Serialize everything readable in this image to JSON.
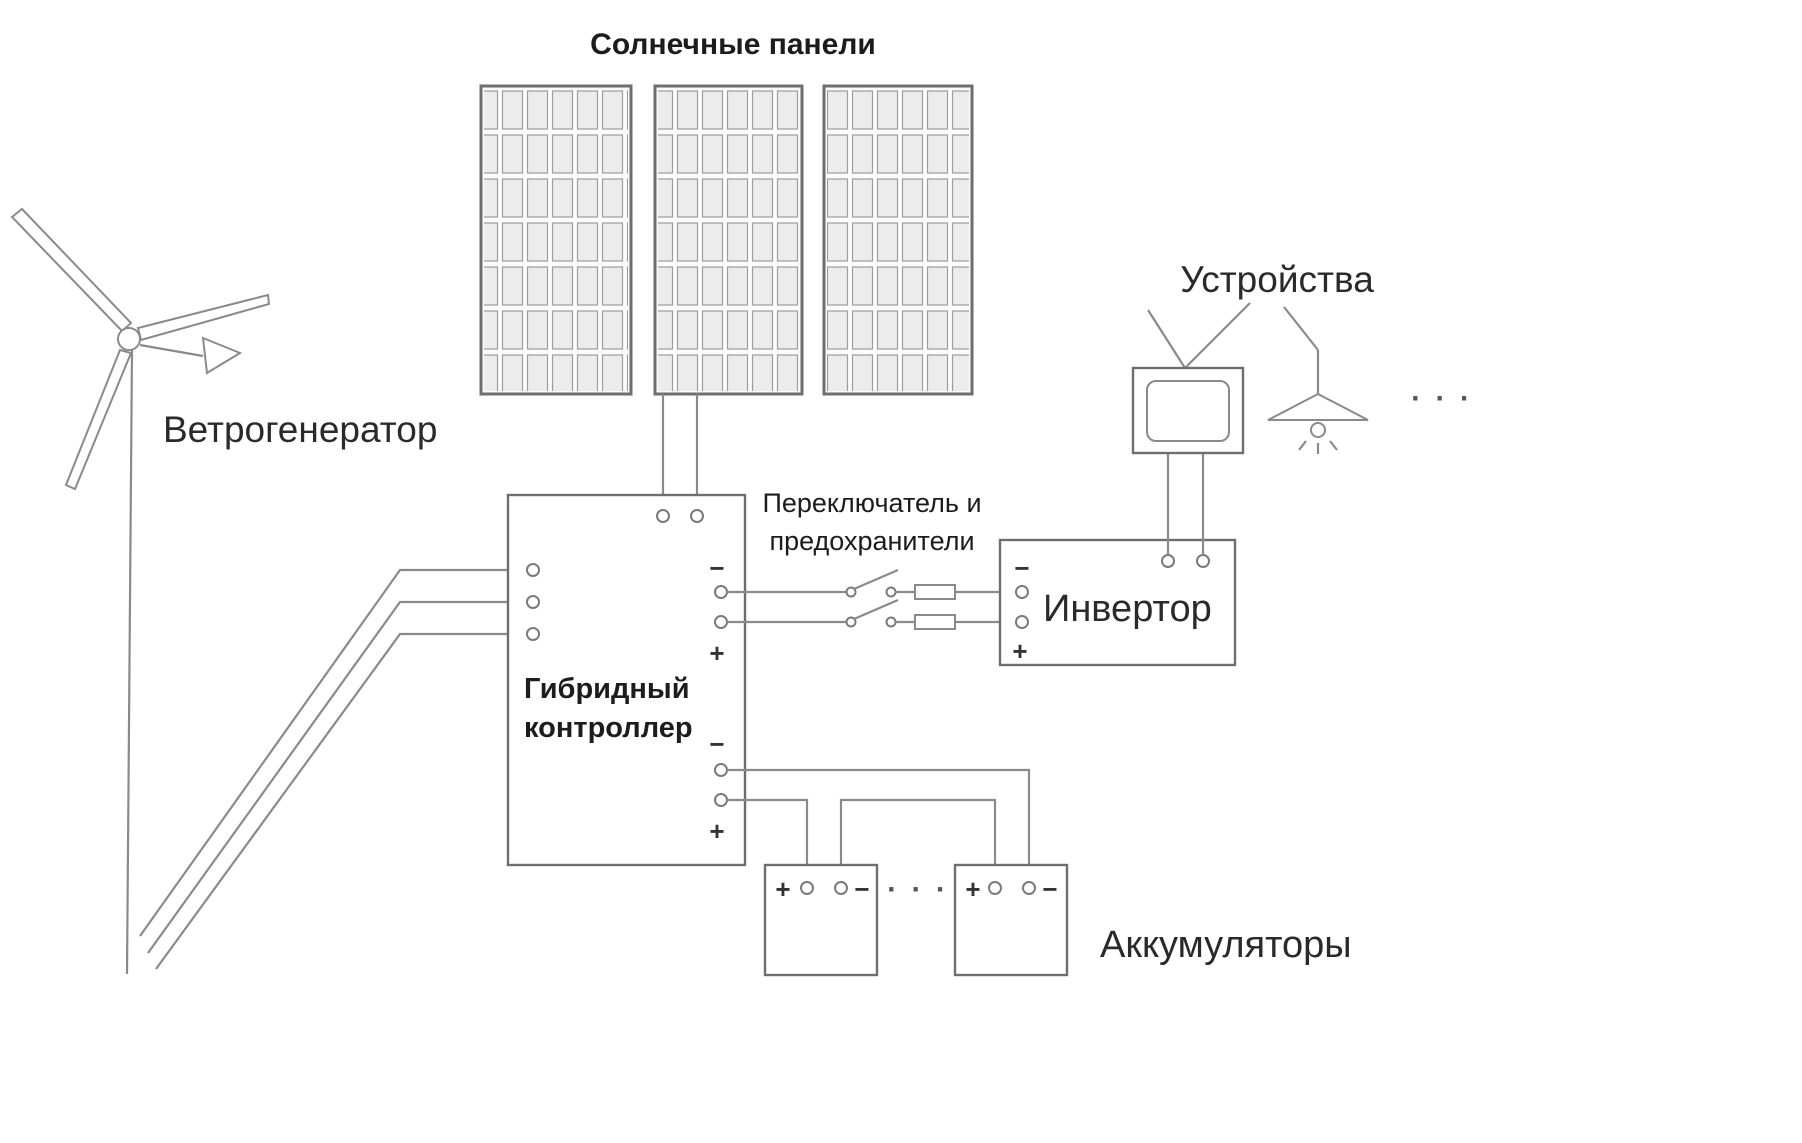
{
  "colors": {
    "line": "#8a8a8a",
    "box_outline": "#6e6e6e",
    "text": "#1c1c1c",
    "panel_cell": "#ececec"
  },
  "labels": {
    "solar_title": "Солнечные панели",
    "wind_generator": "Ветрогенератор",
    "controller_line1": "Гибридный",
    "controller_line2": "контроллер",
    "switch_fuses_line1": "Переключатель и",
    "switch_fuses_line2": "предохранители",
    "inverter": "Инвертор",
    "devices": "Устройства",
    "batteries": "Аккумуляторы"
  },
  "symbols": {
    "plus": "+",
    "minus": "−",
    "dots": "· · ·"
  }
}
